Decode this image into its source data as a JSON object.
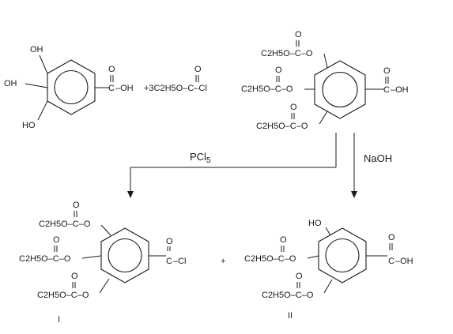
{
  "reagents": {
    "pcl5": "PCl5",
    "naoh": "NaOH"
  },
  "reactants": {
    "gallic_oh_top": "OH",
    "gallic_oh_left": "OH",
    "gallic_oh_bottom": "HO",
    "cooh_o": "O",
    "cooh_c": "C",
    "cooh_oh": "–OH",
    "chloroformate": "+3C2H5O–C–Cl",
    "chloroformate_o": "O"
  },
  "intermediate": {
    "ester_1": "C2H5O–C–O",
    "ester_2": "C2H5O–C–O",
    "ester_3": "C2H5O–C–O",
    "carbonyl_o": "O",
    "acid_o": "O",
    "acid_c": "C",
    "acid_oh": "–OH"
  },
  "product_I": {
    "ester_1": "C2H5O–C–O",
    "ester_2": "C2H5O–C–O",
    "ester_3": "C2H5O–C–O",
    "carbonyl_o": "O",
    "acyl_o": "O",
    "acyl_c": "C",
    "acyl_cl": "–Cl",
    "label": "I"
  },
  "plus": "+",
  "product_II": {
    "ho": "HO",
    "ester_1": "C2H5O–C–O",
    "ester_2": "C2H5O–C–O",
    "carbonyl_o": "O",
    "acid_o": "O",
    "acid_c": "C",
    "acid_oh": "–OH",
    "label": "II"
  }
}
